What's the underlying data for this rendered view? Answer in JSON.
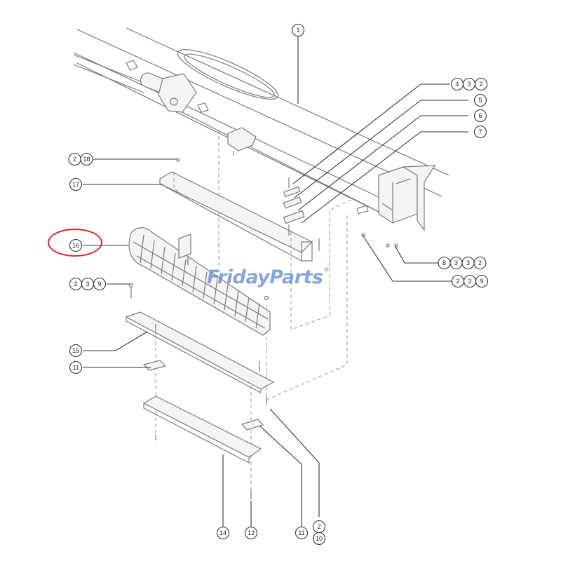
{
  "watermark": {
    "brand": "FridayParts",
    "mark": "®",
    "color": "#5a82cd"
  },
  "highlight": {
    "target": "16",
    "color": "#d22b2b"
  },
  "callouts": [
    {
      "id": "c1",
      "numbers": [
        "1"
      ]
    },
    {
      "id": "c2",
      "numbers": [
        "4",
        "3",
        "2"
      ]
    },
    {
      "id": "c3",
      "numbers": [
        "5"
      ]
    },
    {
      "id": "c4",
      "numbers": [
        "6"
      ]
    },
    {
      "id": "c5",
      "numbers": [
        "7"
      ]
    },
    {
      "id": "c6",
      "numbers": [
        "2",
        "18"
      ]
    },
    {
      "id": "c7",
      "numbers": [
        "17"
      ]
    },
    {
      "id": "c8",
      "numbers": [
        "16"
      ]
    },
    {
      "id": "c9",
      "numbers": [
        "2",
        "3",
        "9"
      ]
    },
    {
      "id": "c10",
      "numbers": [
        "8",
        "3",
        "3",
        "2"
      ]
    },
    {
      "id": "c11",
      "numbers": [
        "2",
        "3",
        "9"
      ]
    },
    {
      "id": "c12",
      "numbers": [
        "15"
      ]
    },
    {
      "id": "c13",
      "numbers": [
        "11"
      ]
    },
    {
      "id": "c14",
      "numbers": [
        "14"
      ]
    },
    {
      "id": "c15",
      "numbers": [
        "12"
      ]
    },
    {
      "id": "c16",
      "numbers": [
        "11"
      ]
    },
    {
      "id": "c17",
      "numbers": [
        "2",
        "10"
      ]
    }
  ]
}
